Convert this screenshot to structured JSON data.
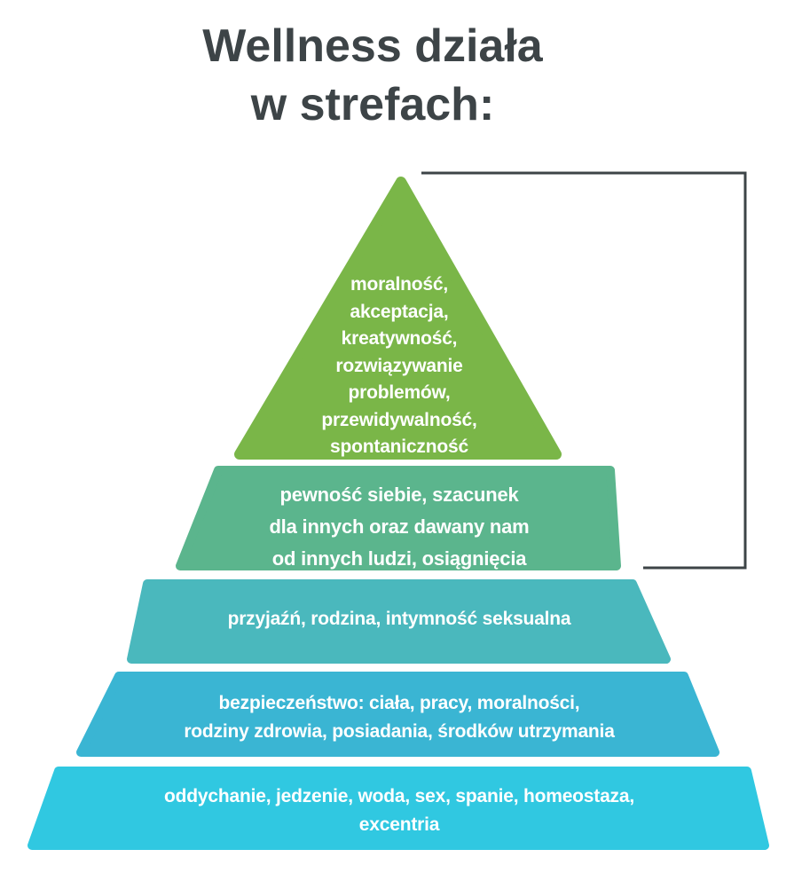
{
  "title": {
    "line1": "Wellness działa",
    "line2": "w strefach:"
  },
  "colors": {
    "level1": "#7ab648",
    "level2": "#5bb58d",
    "level3": "#4ab8bd",
    "level4": "#3ab5d3",
    "level5": "#30c8e1",
    "bracket": "#3d4447",
    "title": "#3d4447"
  },
  "levels": [
    {
      "lines": [
        "moralność,",
        "akceptacja,",
        "kreatywność,",
        "rozwiązywanie",
        "problemów,",
        "przewidywalność,",
        "spontaniczność"
      ]
    },
    {
      "lines": [
        "pewność siebie, szacunek",
        "dla innych oraz dawany nam",
        "od innych ludzi, osiągnięcia"
      ]
    },
    {
      "lines": [
        "przyjaźń, rodzina, intymność seksualna"
      ]
    },
    {
      "lines": [
        "bezpieczeństwo: ciała, pracy, moralności,",
        "rodziny zdrowia, posiadania, środków utrzymania"
      ]
    },
    {
      "lines": [
        "oddychanie, jedzenie, woda, sex, spanie, homeostaza,",
        "excentria"
      ]
    }
  ]
}
